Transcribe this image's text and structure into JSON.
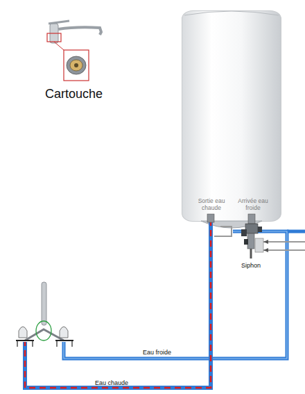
{
  "diagram": {
    "nodes": [
      {
        "text": [
          "Sortie eau chaude",
          "Arrivée eau froide"
        ]
      }
    ],
    "labels": [
      "Cartouche",
      "Siphon",
      "Eau froide",
      "Eau chaude"
    ]
  }
}
